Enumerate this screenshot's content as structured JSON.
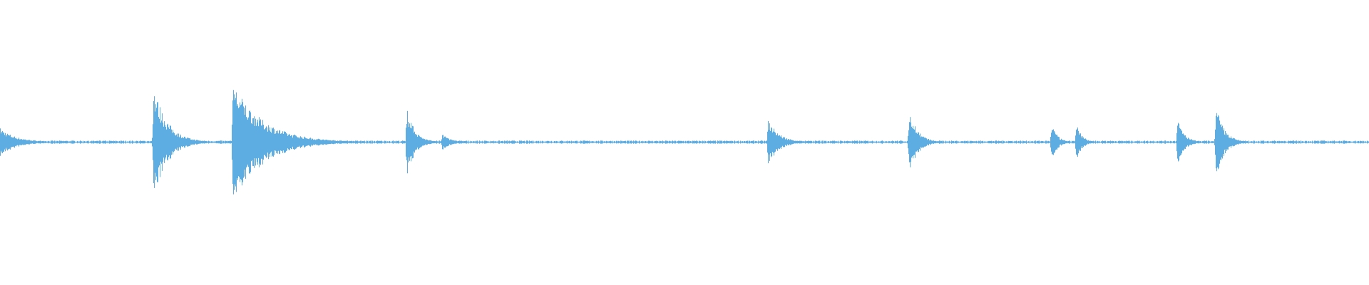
{
  "waveform": {
    "color": "#5dade2",
    "peak_color": "#4a9fd8",
    "background": "#ffffff",
    "transients": [
      {
        "t": 0.0,
        "amplitude": 0.1,
        "decay": 0.012
      },
      {
        "t": 0.112,
        "amplitude": 0.4,
        "decay": 0.01
      },
      {
        "t": 0.17,
        "amplitude": 0.42,
        "decay": 0.022
      },
      {
        "t": 0.297,
        "amplitude": 0.24,
        "decay": 0.006
      },
      {
        "t": 0.323,
        "amplitude": 0.06,
        "decay": 0.006
      },
      {
        "t": 0.561,
        "amplitude": 0.16,
        "decay": 0.008
      },
      {
        "t": 0.664,
        "amplitude": 0.24,
        "decay": 0.006
      },
      {
        "t": 0.768,
        "amplitude": 0.14,
        "decay": 0.004
      },
      {
        "t": 0.786,
        "amplitude": 0.14,
        "decay": 0.004
      },
      {
        "t": 0.86,
        "amplitude": 0.16,
        "decay": 0.005
      },
      {
        "t": 0.888,
        "amplitude": 0.26,
        "decay": 0.006
      }
    ],
    "noise_floor": 0.008
  }
}
